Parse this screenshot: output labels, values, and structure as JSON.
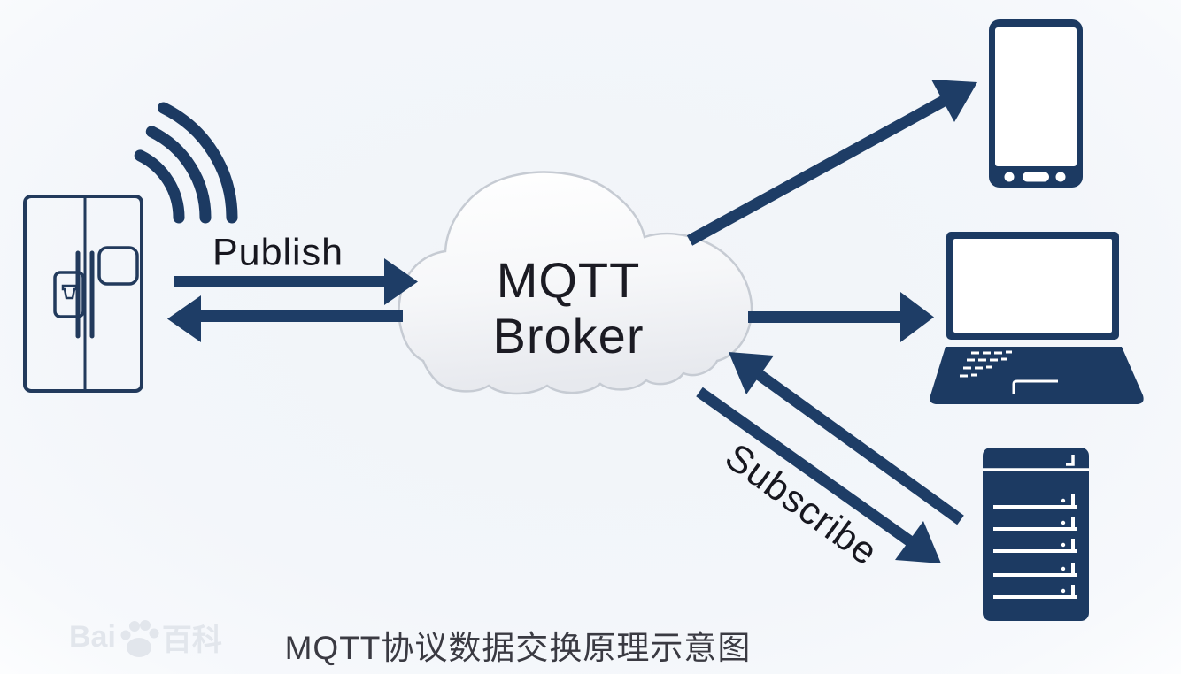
{
  "diagram": {
    "broker_label": {
      "line1": "MQTT",
      "line2": "Broker"
    },
    "publish_label": "Publish",
    "subscribe_label": "Subscribe",
    "caption": "MQTT协议数据交换原理示意图",
    "watermark": {
      "prefix": "Bai",
      "suffix": "百科"
    },
    "publisher": {
      "device_icon": "smart-fridge-icon",
      "signal_icon": "wifi-waves-icon"
    },
    "broker_icon": "cloud-icon",
    "subscriber_icons": [
      "smartphone-icon",
      "laptop-icon",
      "server-icon"
    ],
    "flows": [
      {
        "from": "smart-fridge",
        "to": "mqtt-broker",
        "label": "Publish"
      },
      {
        "from": "mqtt-broker",
        "to": "smart-fridge",
        "label": ""
      },
      {
        "from": "mqtt-broker",
        "to": "smartphone",
        "label": ""
      },
      {
        "from": "mqtt-broker",
        "to": "laptop",
        "label": ""
      },
      {
        "from": "server",
        "to": "mqtt-broker",
        "label": "Subscribe"
      },
      {
        "from": "mqtt-broker",
        "to": "server",
        "label": "Subscribe"
      }
    ]
  },
  "colors": {
    "background": "#f3f6fa",
    "arrow_navy": "#1e3d66",
    "device_navy": "#1c3a62",
    "outline_navy": "#223a5c",
    "cloud_stroke": "#c6cbd3",
    "heading_text": "#1b1b23",
    "label_text": "#17171f",
    "caption_text": "#3a3a42",
    "watermark_text": "#dfe3ea"
  }
}
